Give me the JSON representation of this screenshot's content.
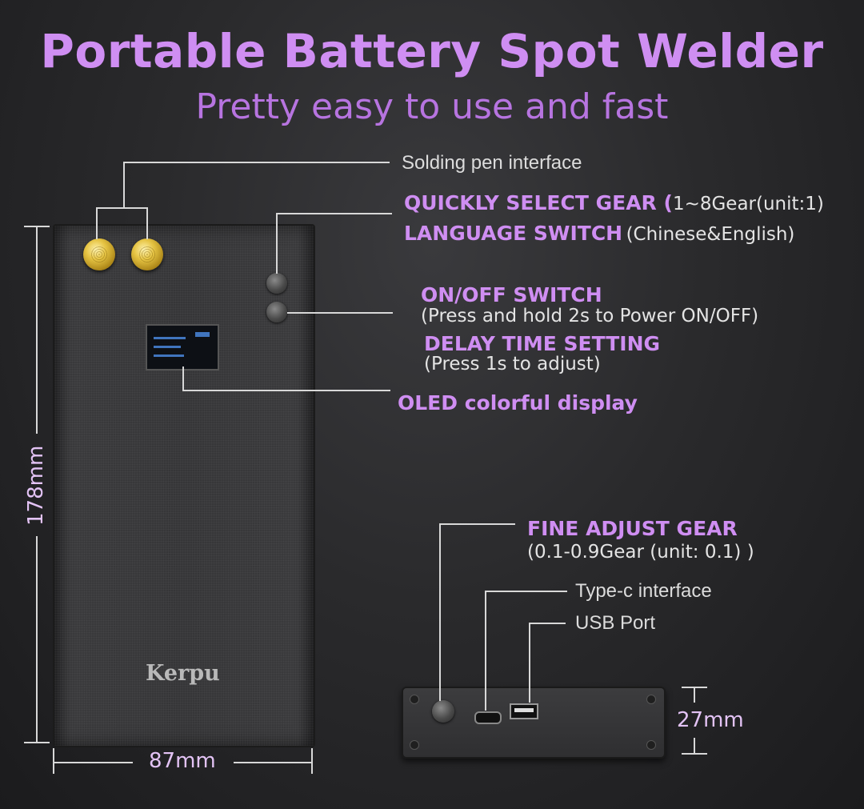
{
  "header": {
    "title": "Portable Battery Spot Welder",
    "subtitle": "Pretty easy to use and fast"
  },
  "callouts": {
    "solding_pen": "Solding pen interface",
    "quick_gear_bold": "QUICKLY SELECT GEAR (",
    "quick_gear_note": "1~8Gear(unit:1)",
    "language_bold": "LANGUAGE SWITCH",
    "language_note": "(Chinese&English)",
    "onoff_bold": "ON/OFF SWITCH",
    "onoff_note": "(Press and hold 2s to Power ON/OFF)",
    "delay_bold": "DELAY TIME SETTING",
    "delay_note": "(Press 1s to adjust)",
    "oled": "OLED colorful display",
    "fine_bold": "FINE ADJUST GEAR",
    "fine_note": "(0.1-0.9Gear (unit: 0.1) )",
    "typec": "Type-c interface",
    "usb": "USB Port"
  },
  "dimensions": {
    "height": "178mm",
    "width": "87mm",
    "depth": "27mm"
  },
  "device": {
    "brand": "Kerpu"
  },
  "colors": {
    "accent": "#cf8ef2",
    "line": "#d8d8d8",
    "background": "#2a2a2c"
  }
}
